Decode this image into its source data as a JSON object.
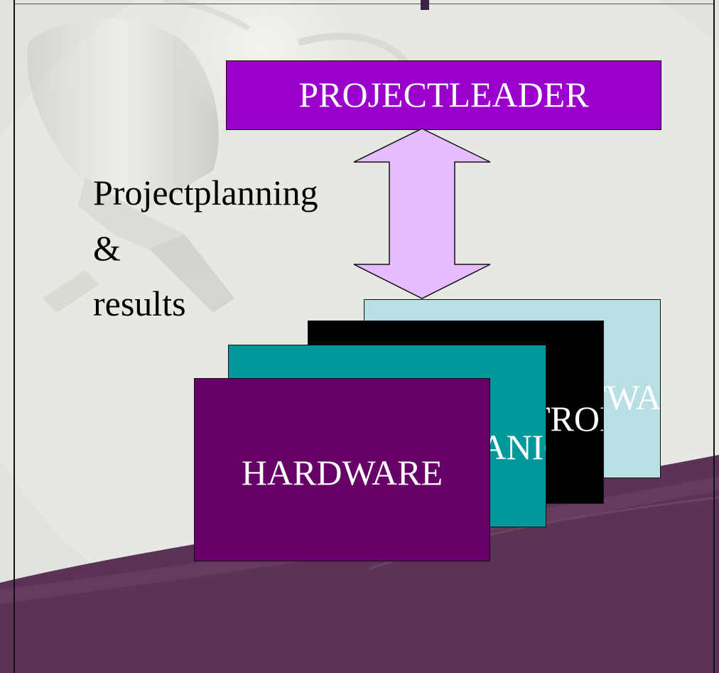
{
  "diagram": {
    "leader": {
      "label": "PROJECTLEADER"
    },
    "connector": {
      "lines": [
        "Projectplanning",
        "&",
        "results"
      ]
    },
    "disciplines": [
      {
        "id": "software",
        "label": "SOFTWARE",
        "color": "#b8dfe4"
      },
      {
        "id": "electronics",
        "label": "ELECTRONICS",
        "color": "#000000"
      },
      {
        "id": "mechanical",
        "label": "MECHANICAL",
        "color": "#009999"
      },
      {
        "id": "hardware",
        "label": "HARDWARE",
        "color": "#660066"
      }
    ]
  },
  "colors": {
    "leader_box": "#9900cc",
    "arrow_fill": "#e5bcff",
    "background_accent": "#5a3356"
  }
}
